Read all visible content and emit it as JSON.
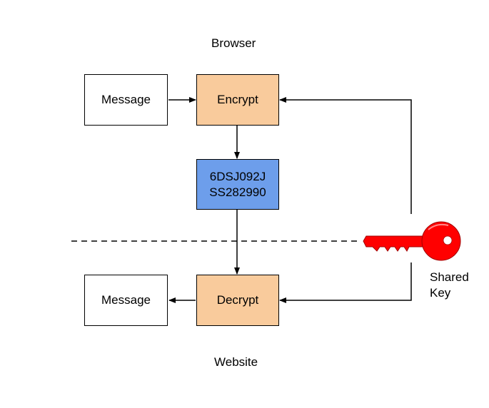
{
  "labels": {
    "browser": "Browser",
    "website": "Website",
    "shared_key_line1": "Shared",
    "shared_key_line2": "Key"
  },
  "nodes": {
    "message_top": "Message",
    "encrypt": "Encrypt",
    "ciphertext_line1": "6DSJ092J",
    "ciphertext_line2": "SS282990",
    "decrypt": "Decrypt",
    "message_bottom": "Message"
  },
  "colors": {
    "process_box": "#f9cb9c",
    "ciphertext_box": "#6d9eeb",
    "key": "#ff0000"
  },
  "icons": {
    "key": "key-icon"
  }
}
